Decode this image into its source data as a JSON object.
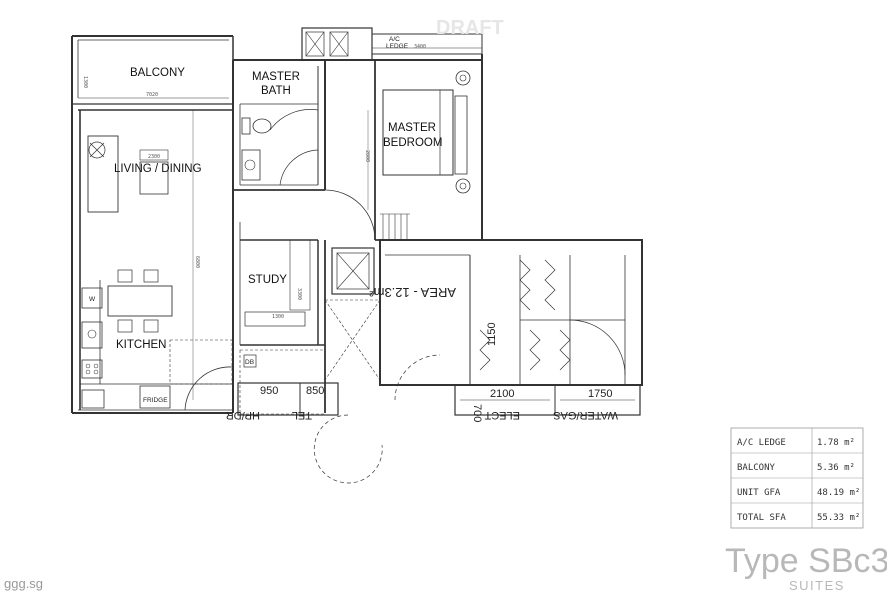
{
  "watermark": "DRAFT",
  "rooms": {
    "balcony": "BALCONY",
    "master_bath_1": "MASTER",
    "master_bath_2": "BATH",
    "master_bedroom_1": "MASTER",
    "master_bedroom_2": "BEDROOM",
    "living_dining": "LIVING / DINING",
    "study": "STUDY",
    "kitchen": "KITCHEN"
  },
  "labels": {
    "ac_ledge_1": "A/C",
    "ac_ledge_2": "LEDGE",
    "washer": "W",
    "fridge": "FRIDGE",
    "db": "DB"
  },
  "dimensions": {
    "balcony_width": "7020",
    "balcony_depth": "1300",
    "ac_ledge_width": "3400",
    "living_width": "2300",
    "living_depth": "6800",
    "bedroom_depth": "2800",
    "study_width": "1300",
    "study_depth": "3300",
    "hp_dr": "950",
    "hp_dr_label": "HP/DR",
    "tel": "850",
    "tel_label": "TEL",
    "lobby_height": "1150",
    "elect": "2100",
    "elect_label": "ELECT",
    "water": "1750",
    "water_label": "WATER/GAS",
    "elect_depth": "700"
  },
  "area_note": "AREA - 12.3m²",
  "area_table": [
    {
      "label": "A/C LEDGE",
      "value": "1.78 m²"
    },
    {
      "label": "BALCONY",
      "value": "5.36 m²"
    },
    {
      "label": "UNIT GFA",
      "value": "48.19 m²"
    },
    {
      "label": "TOTAL SFA",
      "value": "55.33 m²"
    }
  ],
  "unit_type": "Type SBc3",
  "unit_category": "SUITES",
  "site_credit": "ggg.sg"
}
